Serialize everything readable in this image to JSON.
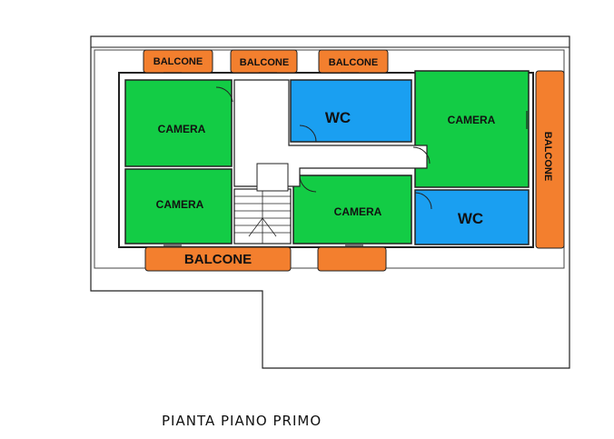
{
  "colors": {
    "room": "#13cc45",
    "wc": "#1a9ff1",
    "balcony": "#f37f2e",
    "wall": "#222222",
    "background": "#ffffff"
  },
  "rooms": [
    {
      "label": "CAMERA",
      "kind": "room"
    },
    {
      "label": "CAMERA",
      "kind": "room"
    },
    {
      "label": "CAMERA",
      "kind": "room"
    },
    {
      "label": "CAMERA",
      "kind": "room"
    }
  ],
  "bathrooms": [
    {
      "label": "WC"
    },
    {
      "label": "WC"
    }
  ],
  "balconies": [
    {
      "label": "BALCONE"
    },
    {
      "label": "BALCONE"
    },
    {
      "label": "BALCONE"
    },
    {
      "label": "BALCONE"
    },
    {
      "label": "BALCONE"
    },
    {
      "label": ""
    }
  ],
  "caption": "PIANTA  PIANO  PRIMO"
}
